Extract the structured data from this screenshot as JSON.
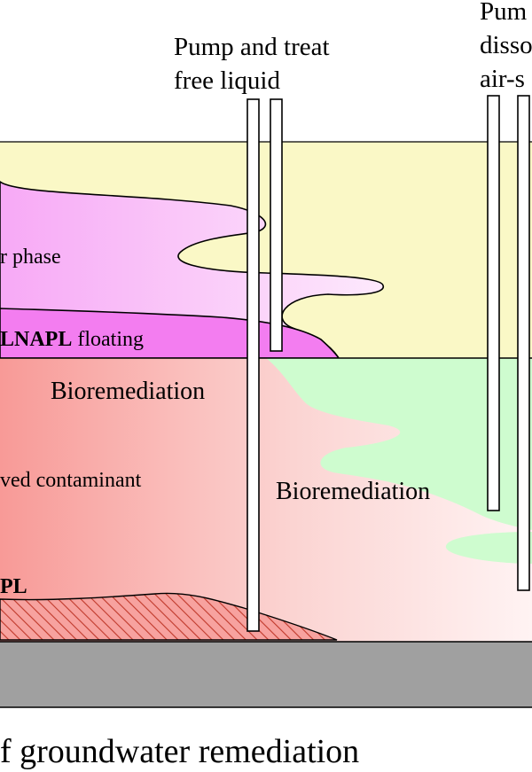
{
  "labels": {
    "pump_treat_free_line1": "Pump and treat",
    "pump_treat_free_line2": "free liquid",
    "pump_right_line1": "Pum",
    "pump_right_line2": "disso",
    "pump_right_line3": "air-s",
    "vapor_phase": "r phase",
    "lnapl_bold": "LNAPL",
    "lnapl_rest": " floating",
    "bioremediation_1": "Bioremediation",
    "bioremediation_2": "Bioremediation",
    "dissolved_contaminant": "ved contaminant",
    "dnapl_partial": "PL",
    "caption": "f groundwater remediation"
  },
  "colors": {
    "unsaturated_zone": "#faf8c6",
    "vapor_plume": "#f7b6f7",
    "lnapl_layer": "#f37df0",
    "saturated_zone": "#cefccf",
    "dissolved_plume": "#f9b4b2",
    "bedrock": "#a0a0a0",
    "hatch": "#d23a2a"
  }
}
